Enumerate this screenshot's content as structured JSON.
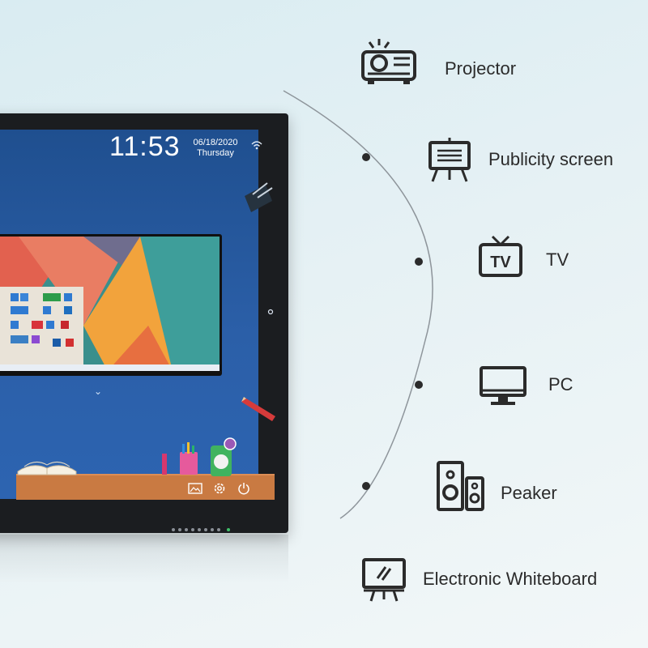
{
  "screen": {
    "time": "11:53",
    "date": "06/18/2020",
    "weekday": "Thursday"
  },
  "features": [
    {
      "label": "Projector",
      "icon": "projector-icon"
    },
    {
      "label": "Publicity screen",
      "icon": "easel-board-icon"
    },
    {
      "label": "TV",
      "icon": "tv-icon"
    },
    {
      "label": "PC",
      "icon": "monitor-icon"
    },
    {
      "label": "Peaker",
      "icon": "speaker-icon"
    },
    {
      "label": "Electronic Whiteboard",
      "icon": "whiteboard-icon"
    }
  ],
  "colors": {
    "background": "#e3eff3",
    "screen_blue": "#2b5fa8",
    "text": "#2b2b2b",
    "bezel": "#1b1d20"
  }
}
